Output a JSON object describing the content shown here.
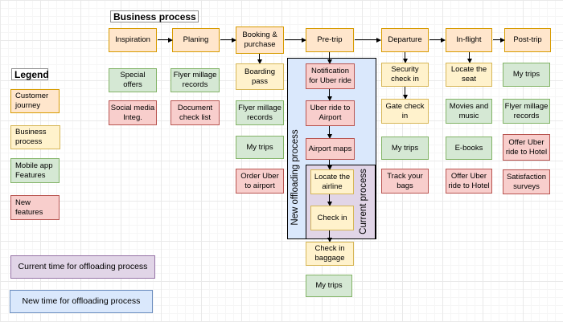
{
  "title": "Business process",
  "legend": {
    "title": "Legend",
    "items": [
      {
        "label": "Customer journey",
        "type": "customer-journey"
      },
      {
        "label": "Business process",
        "type": "business-process"
      },
      {
        "label": "Mobile app Features",
        "type": "mobile-app-feature"
      },
      {
        "label": "New features",
        "type": "new-feature"
      }
    ],
    "time_items": [
      {
        "label": "Current time for offloading process",
        "type": "current-time"
      },
      {
        "label": "New time for offloading process",
        "type": "new-time"
      }
    ]
  },
  "overlays": {
    "new_label": "New offloading process",
    "current_label": "Current process"
  },
  "columns": [
    {
      "stage": "Inspiration",
      "items": [
        {
          "label": "Special offers",
          "type": "mobile-app-feature"
        },
        {
          "label": "Social media Integ.",
          "type": "new-feature"
        }
      ]
    },
    {
      "stage": "Planing",
      "items": [
        {
          "label": "Flyer millage records",
          "type": "mobile-app-feature"
        },
        {
          "label": "Document check list",
          "type": "new-feature"
        }
      ]
    },
    {
      "stage": "Booking & purchase",
      "items": [
        {
          "label": "Boarding pass",
          "type": "business-process"
        },
        {
          "label": "Flyer millage records",
          "type": "mobile-app-feature"
        },
        {
          "label": "My trips",
          "type": "mobile-app-feature"
        },
        {
          "label": "Order Uber to airport",
          "type": "new-feature"
        }
      ]
    },
    {
      "stage": "Pre-trip",
      "items": [
        {
          "label": "Notification for Uber ride",
          "type": "new-feature"
        },
        {
          "label": "Uber ride to Airport",
          "type": "new-feature"
        },
        {
          "label": "Airport maps",
          "type": "new-feature"
        },
        {
          "label": "Locate the airline",
          "type": "business-process"
        },
        {
          "label": "Check in",
          "type": "business-process"
        },
        {
          "label": "Check in baggage",
          "type": "business-process"
        },
        {
          "label": "My trips",
          "type": "mobile-app-feature"
        }
      ]
    },
    {
      "stage": "Departure",
      "items": [
        {
          "label": "Security check in",
          "type": "business-process"
        },
        {
          "label": "Gate check in",
          "type": "business-process"
        },
        {
          "label": "My trips",
          "type": "mobile-app-feature"
        },
        {
          "label": "Track your bags",
          "type": "new-feature"
        }
      ]
    },
    {
      "stage": "In-flight",
      "items": [
        {
          "label": "Locate the seat",
          "type": "business-process"
        },
        {
          "label": "Movies and music",
          "type": "mobile-app-feature"
        },
        {
          "label": "E-books",
          "type": "mobile-app-feature"
        },
        {
          "label": "Offer Uber ride to Hotel",
          "type": "new-feature"
        }
      ]
    },
    {
      "stage": "Post-trip",
      "items": [
        {
          "label": "My trips",
          "type": "mobile-app-feature"
        },
        {
          "label": "Flyer millage records",
          "type": "mobile-app-feature"
        },
        {
          "label": "Offer Uber ride to Hotel",
          "type": "new-feature"
        },
        {
          "label": "Satisfaction surveys",
          "type": "new-feature"
        }
      ]
    }
  ],
  "colors": {
    "customer_journey_fill": "#FFE6CC",
    "customer_journey_stroke": "#D79B00",
    "business_process_fill": "#FFF2CC",
    "business_process_stroke": "#D6B656",
    "mobile_app_fill": "#D5E8D4",
    "mobile_app_stroke": "#82B366",
    "new_feature_fill": "#F8CECC",
    "new_feature_stroke": "#B85450",
    "current_overlay_fill": "#E1D5E7",
    "current_overlay_stroke": "#9673A6",
    "new_overlay_fill": "#DAE8FC",
    "new_overlay_stroke": "#6C8EBF"
  }
}
